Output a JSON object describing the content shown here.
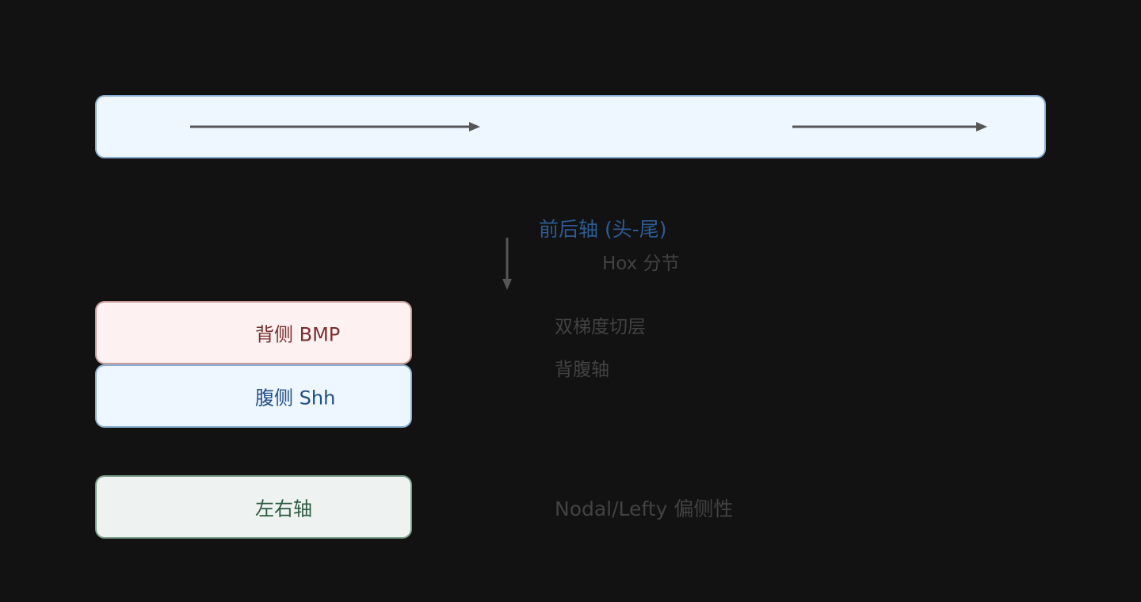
{
  "diagram": {
    "ap_axis": {
      "title": "前后轴 (头-尾)",
      "subtitle": "Hox 分节"
    },
    "gradient_caption": "双梯度切层",
    "dv_axis_caption": "背腹轴",
    "dorsal_box": {
      "label": "背侧 BMP"
    },
    "ventral_box": {
      "label": "腹侧 Shh"
    },
    "lr_box": {
      "label": "左右轴"
    },
    "lr_caption": "Nodal/Lefty 偏侧性"
  },
  "colors": {
    "background": "#121212",
    "blue_fill": "#eef6ff",
    "blue_border": "#8aaed3",
    "red_fill": "#fdf1f1",
    "red_border": "#c99a9a",
    "green_fill": "#eef3f1",
    "green_border": "#7aa08a",
    "arrow": "#555555",
    "title_blue": "#2d5b92",
    "muted_text": "#424242"
  }
}
